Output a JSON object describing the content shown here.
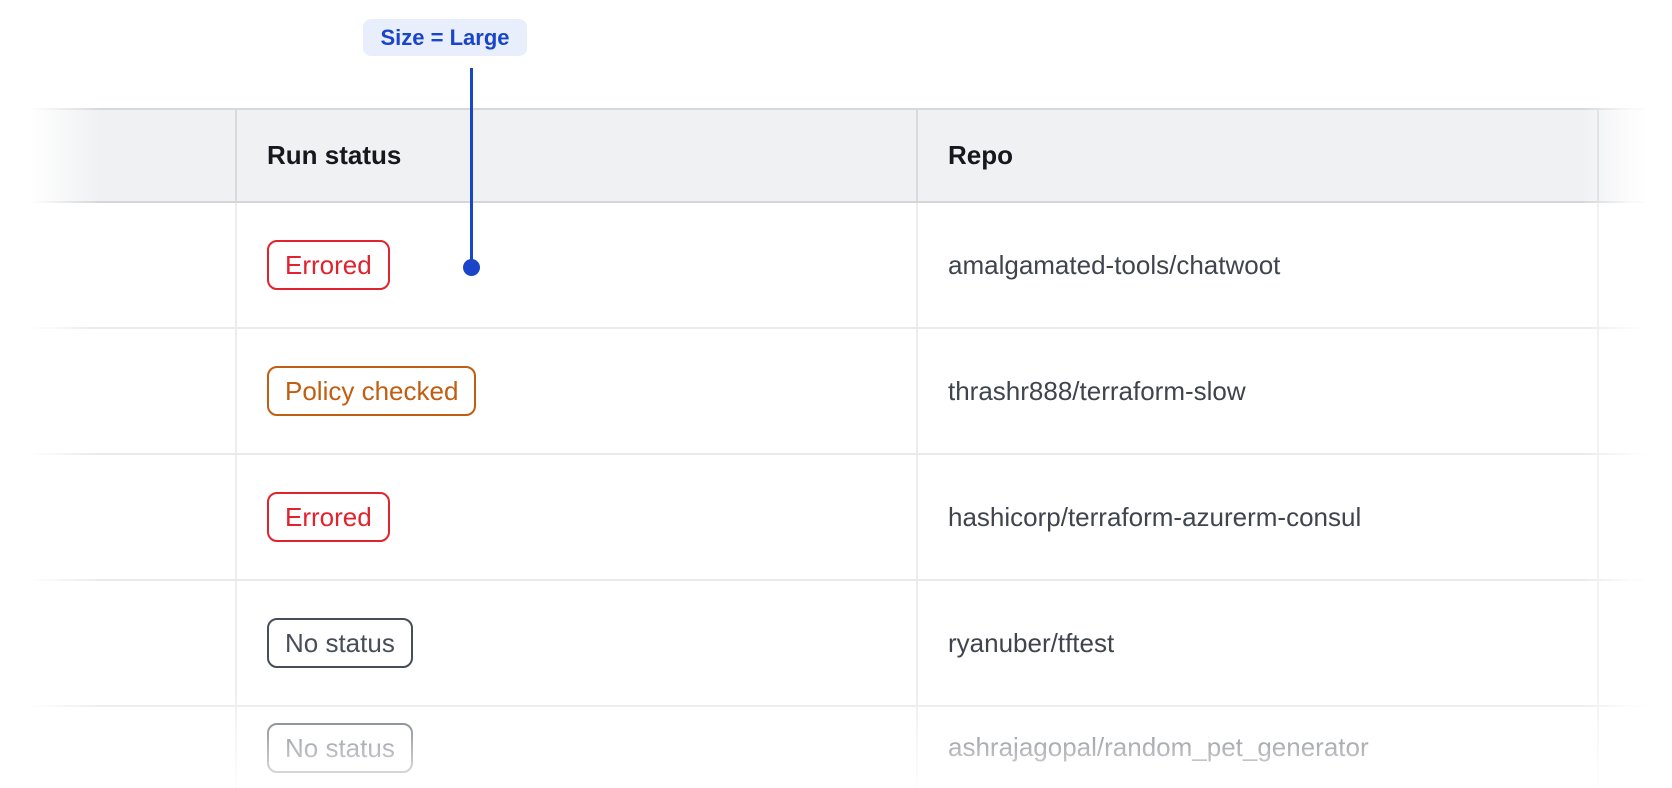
{
  "annotation": {
    "label": "Size = Large",
    "accent_color": "#1b45c8",
    "bg_color": "#e8eefb"
  },
  "table": {
    "header": {
      "run_status": "Run status",
      "repo": "Repo"
    },
    "rows": [
      {
        "status": "Errored",
        "status_type": "errored",
        "repo": "amalgamated-tools/chatwoot"
      },
      {
        "status": "Policy checked",
        "status_type": "policy-checked",
        "repo": "thrashr888/terraform-slow"
      },
      {
        "status": "Errored",
        "status_type": "errored",
        "repo": "hashicorp/terraform-azurerm-consul"
      },
      {
        "status": "No status",
        "status_type": "no-status",
        "repo": "ryanuber/tftest"
      },
      {
        "status": "No status",
        "status_type": "no-status",
        "repo": "ashrajagopal/random_pet_generator"
      }
    ],
    "status_colors": {
      "errored": "#e0232d",
      "policy-checked": "#c05e12",
      "no-status": "#474e59"
    }
  }
}
